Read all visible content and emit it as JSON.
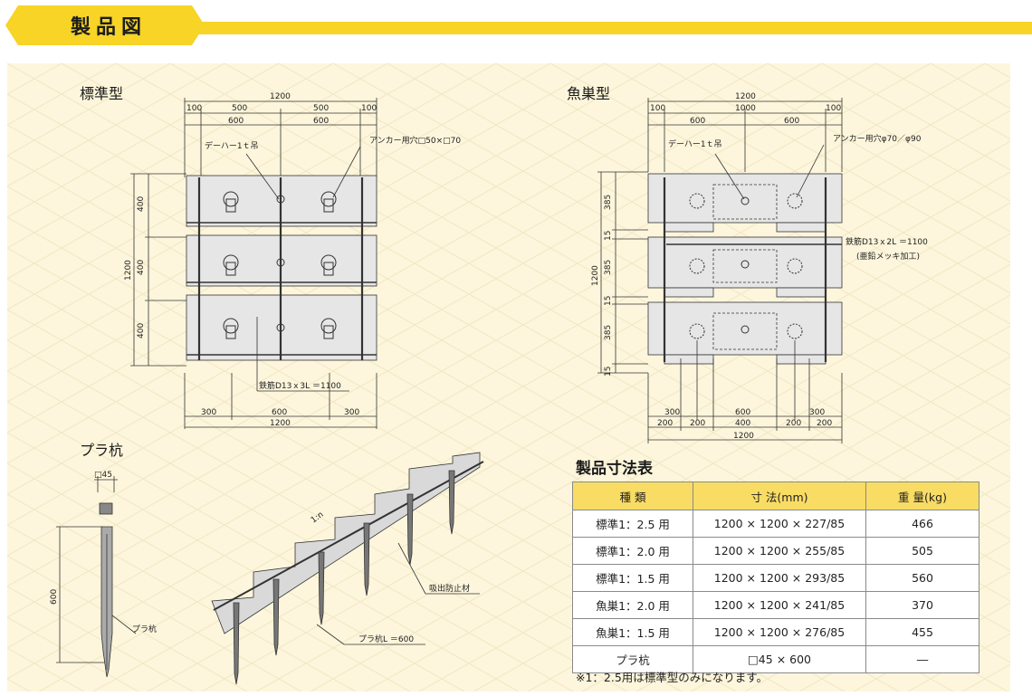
{
  "header": {
    "title": "製品図"
  },
  "sections": {
    "standard": "標準型",
    "fish": "魚巣型",
    "pile": "プラ杭",
    "table_title": "製品寸法表"
  },
  "standard_dims": {
    "top_total": "1200",
    "top_500a": "500",
    "top_500b": "500",
    "top_100a": "100",
    "top_100b": "100",
    "top_600a": "600",
    "top_600b": "600",
    "left_400a": "400",
    "left_400b": "400",
    "left_400c": "400",
    "left_1200": "1200",
    "bot_300a": "300",
    "bot_600": "600",
    "bot_300b": "300",
    "bot_1200": "1200",
    "lbl_lift": "デーハー1ｔ吊",
    "lbl_anchor": "アンカー用穴□50×□70",
    "lbl_rebar": "鉄筋D13ｘ3L ＝1100"
  },
  "fish_dims": {
    "top_total": "1200",
    "top_1000": "1000",
    "top_100a": "100",
    "top_100b": "100",
    "top_600a": "600",
    "top_600b": "600",
    "left_385a": "385",
    "left_15a": "15",
    "left_385b": "385",
    "left_15b": "15",
    "left_385c": "385",
    "left_15c": "15",
    "left_1200": "1200",
    "bot_300a": "300",
    "bot_600": "600",
    "bot_300b": "300",
    "bot_200a": "200",
    "bot_200b": "200",
    "bot_400": "400",
    "bot_200c": "200",
    "bot_200d": "200",
    "bot_1200": "1200",
    "lbl_lift": "デーハー1ｔ吊",
    "lbl_anchor": "アンカー用穴φ70／φ90",
    "lbl_rebar": "鉄筋D13ｘ2L ＝1100",
    "lbl_rebar2": "(亜鉛メッキ加工)"
  },
  "pile_dims": {
    "square": "□45",
    "length": "600",
    "lbl_pile": "プラ杭"
  },
  "slope": {
    "ratio": "1:n",
    "lbl_mat": "吸出防止材",
    "lbl_pile": "プラ杭L ＝600"
  },
  "table": {
    "headers": [
      "種 類",
      "寸 法(mm)",
      "重 量(kg)"
    ],
    "rows": [
      [
        "標準1：2.5 用",
        "1200 × 1200 × 227/85",
        "466"
      ],
      [
        "標準1：2.0 用",
        "1200 × 1200 × 255/85",
        "505"
      ],
      [
        "標準1：1.5 用",
        "1200 × 1200 × 293/85",
        "560"
      ],
      [
        "魚巣1：2.0 用",
        "1200 × 1200 × 241/85",
        "370"
      ],
      [
        "魚巣1：1.5 用",
        "1200 × 1200 × 276/85",
        "455"
      ],
      [
        "プラ杭",
        "□45 × 600",
        "―"
      ]
    ],
    "note": "※1：2.5用は標準型のみになります。"
  },
  "colors": {
    "accent": "#f7d426",
    "panel": "#fdf6dc",
    "table_header": "#f9dc64",
    "block": "#e6e6e6"
  }
}
